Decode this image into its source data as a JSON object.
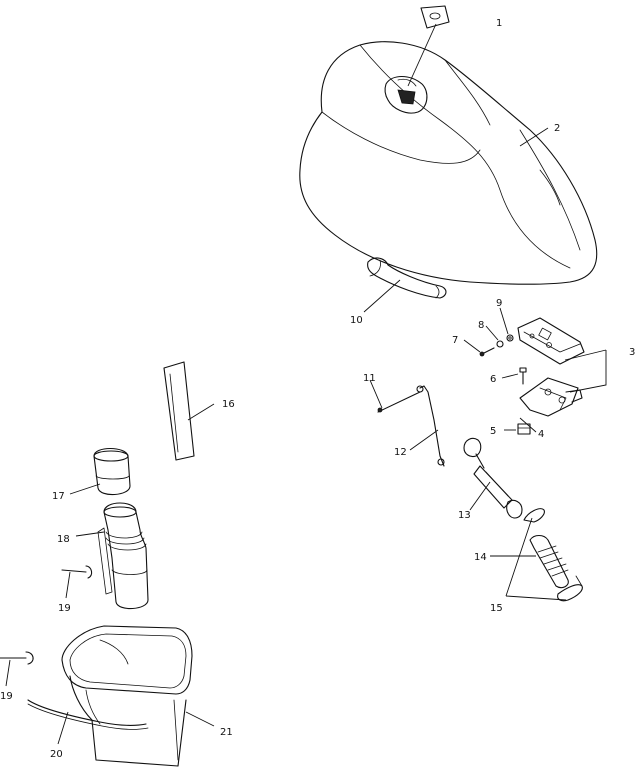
{
  "callouts": [
    {
      "id": "c1",
      "text": "1"
    },
    {
      "id": "c2",
      "text": "2"
    },
    {
      "id": "c3",
      "text": "3"
    },
    {
      "id": "c4",
      "text": "4"
    },
    {
      "id": "c5",
      "text": "5"
    },
    {
      "id": "c6",
      "text": "6"
    },
    {
      "id": "c7",
      "text": "7"
    },
    {
      "id": "c8",
      "text": "8"
    },
    {
      "id": "c9",
      "text": "9"
    },
    {
      "id": "c10",
      "text": "10"
    },
    {
      "id": "c11",
      "text": "11"
    },
    {
      "id": "c12",
      "text": "12"
    },
    {
      "id": "c13",
      "text": "13"
    },
    {
      "id": "c14",
      "text": "14"
    },
    {
      "id": "c15",
      "text": "15"
    },
    {
      "id": "c16",
      "text": "16"
    },
    {
      "id": "c17",
      "text": "17"
    },
    {
      "id": "c18",
      "text": "18"
    },
    {
      "id": "c19a",
      "text": "19"
    },
    {
      "id": "c19b",
      "text": "19"
    },
    {
      "id": "c20",
      "text": "20"
    },
    {
      "id": "c21",
      "text": "21"
    }
  ]
}
